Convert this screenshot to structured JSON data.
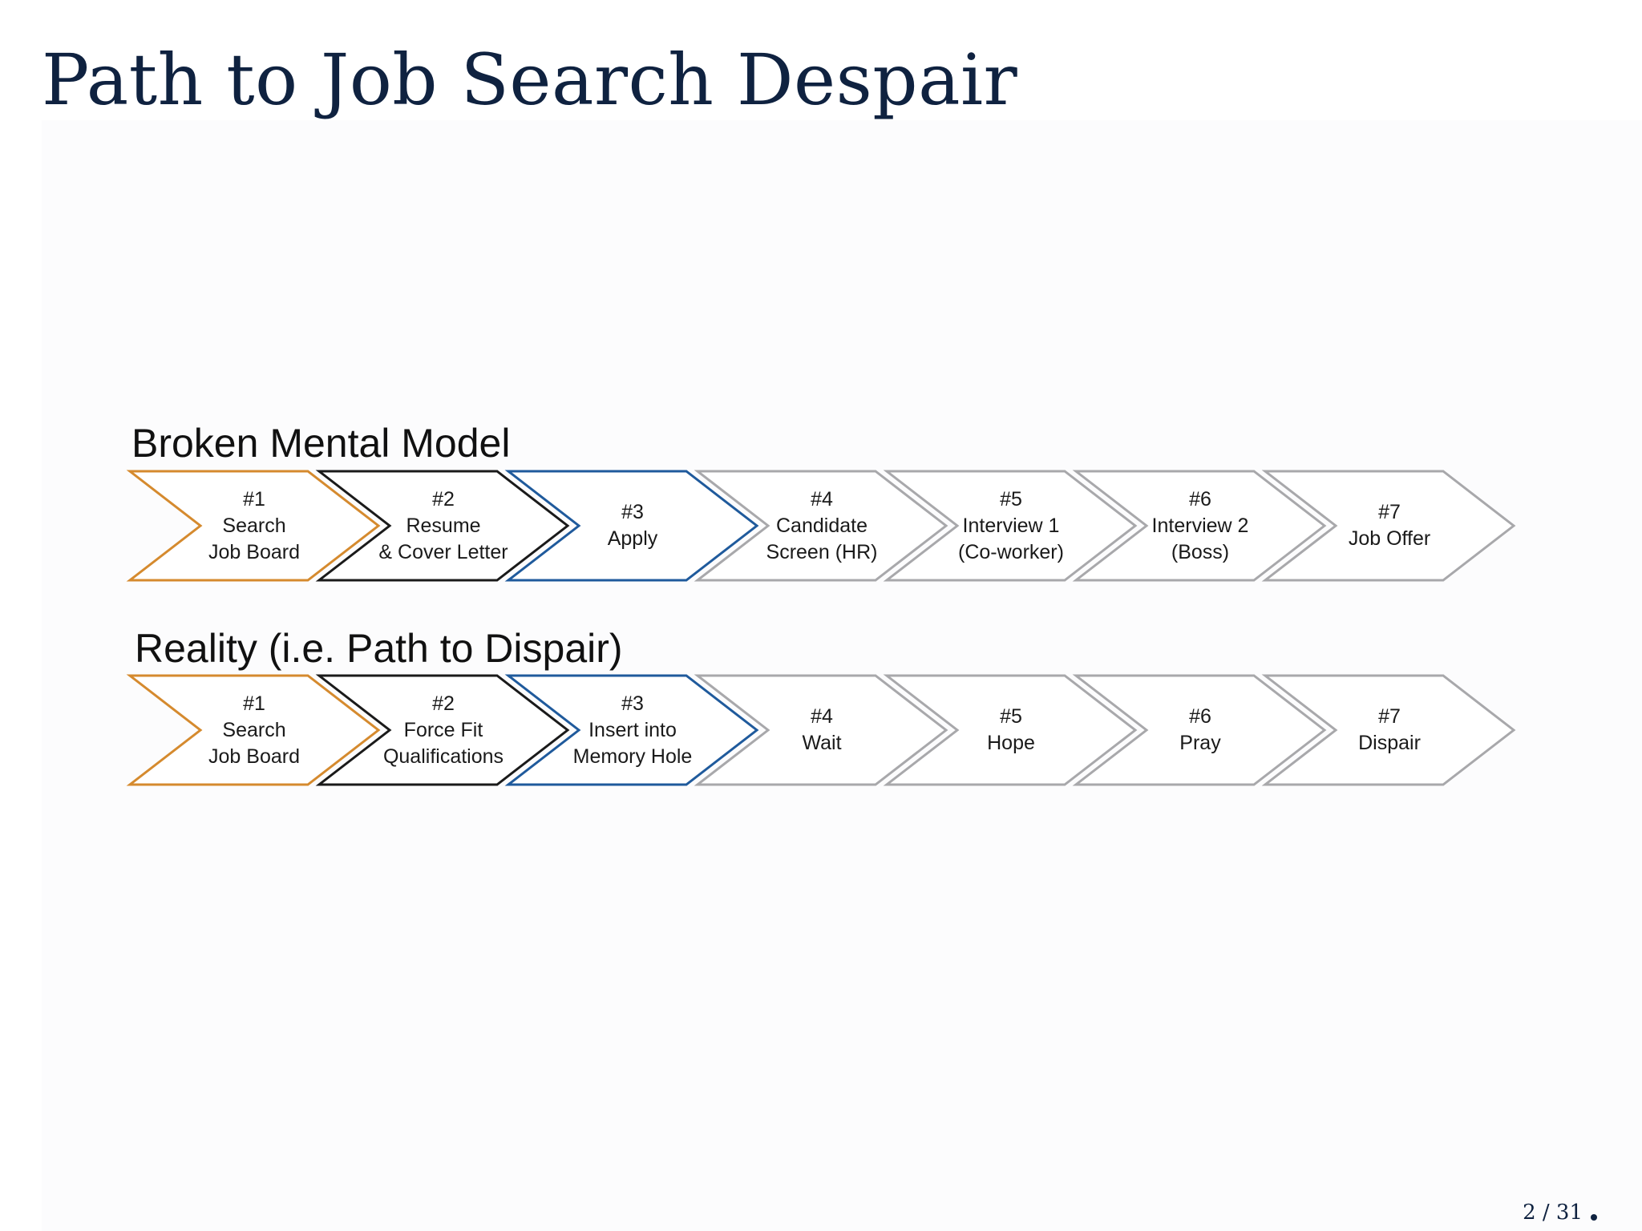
{
  "slide": {
    "title": "Path to Job Search Despair",
    "page_current": "2",
    "page_total": "31"
  },
  "colors": {
    "title": "#0f2240",
    "orange": "#d58a2e",
    "black": "#1a1a1a",
    "blue": "#1f5a9c",
    "gray": "#a8a8ab"
  },
  "rows": [
    {
      "heading": "Broken Mental Model",
      "steps": [
        {
          "lines": [
            "#1",
            "Search",
            "Job Board"
          ],
          "color": "orange"
        },
        {
          "lines": [
            "#2",
            "Resume",
            "& Cover Letter"
          ],
          "color": "black"
        },
        {
          "lines": [
            "#3",
            "Apply"
          ],
          "color": "blue"
        },
        {
          "lines": [
            "#4",
            "Candidate",
            "Screen (HR)"
          ],
          "color": "gray"
        },
        {
          "lines": [
            "#5",
            "Interview 1",
            "(Co-worker)"
          ],
          "color": "gray"
        },
        {
          "lines": [
            "#6",
            "Interview 2",
            "(Boss)"
          ],
          "color": "gray"
        },
        {
          "lines": [
            "#7",
            "Job Offer"
          ],
          "color": "gray"
        }
      ]
    },
    {
      "heading": "Reality (i.e. Path to Dispair)",
      "steps": [
        {
          "lines": [
            "#1",
            "Search",
            "Job Board"
          ],
          "color": "orange"
        },
        {
          "lines": [
            "#2",
            "Force Fit",
            "Qualifications"
          ],
          "color": "black"
        },
        {
          "lines": [
            "#3",
            "Insert into",
            "Memory Hole"
          ],
          "color": "blue"
        },
        {
          "lines": [
            "#4",
            "Wait"
          ],
          "color": "gray"
        },
        {
          "lines": [
            "#5",
            "Hope"
          ],
          "color": "gray"
        },
        {
          "lines": [
            "#6",
            "Pray"
          ],
          "color": "gray"
        },
        {
          "lines": [
            "#7",
            "Dispair"
          ],
          "color": "gray"
        }
      ]
    }
  ]
}
